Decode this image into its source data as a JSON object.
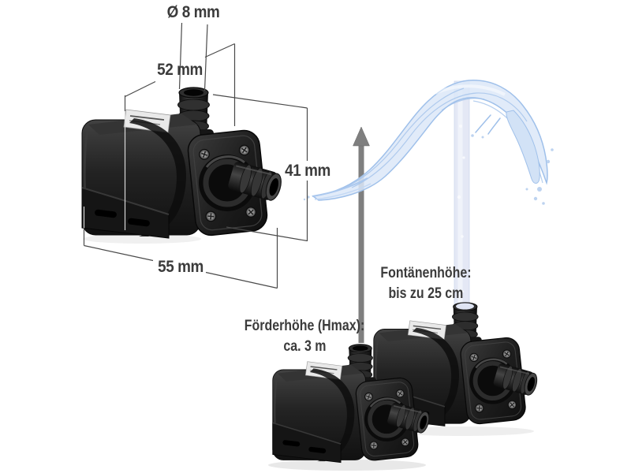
{
  "dimensions": {
    "diameter": "Ø 8 mm",
    "width": "52 mm",
    "height": "41 mm",
    "length": "55 mm"
  },
  "performance": {
    "fountain": {
      "title": "Fontänenhöhe:",
      "value": "bis zu 25 cm"
    },
    "head": {
      "title": "Förderhöhe (Hmax):",
      "value": "ca. 3 m"
    }
  },
  "colors": {
    "background": "#ffffff",
    "label_text": "#3b3b3b",
    "dimension_line": "#4a4a4a",
    "arrow_gray": "#7f7f7f",
    "water_outline": "#9fc0ea",
    "water_fill": "#dce8f8",
    "water_jet": "#e4e8f5",
    "pump_black": "#1a1a1a"
  }
}
